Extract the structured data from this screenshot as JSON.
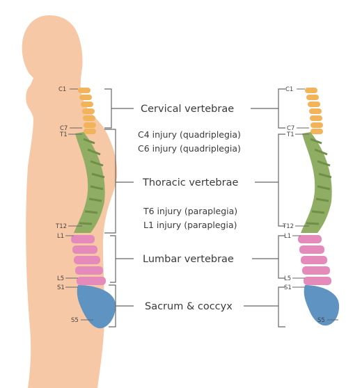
{
  "figure": {
    "regions": [
      {
        "key": "cervical",
        "label": "Cervical vertebrae",
        "color": "#f2b45a"
      },
      {
        "key": "thoracic",
        "label": "Thoracic vertebrae",
        "color": "#8fae63"
      },
      {
        "key": "lumbar",
        "label": "Lumbar vertebrae",
        "color": "#e58bbc"
      },
      {
        "key": "sacrum",
        "label": "Sacrum & coccyx",
        "color": "#5e93c2"
      }
    ],
    "injuries": [
      "C4 injury (quadriplegia)",
      "C6 injury (quadriplegia)",
      "T6 injury (paraplegia)",
      "L1 injury (paraplegia)"
    ],
    "vertebra_labels": {
      "c1": "C1",
      "c7": "C7",
      "t1": "T1",
      "t12": "T12",
      "l1": "L1",
      "l5": "L5",
      "s1": "S1",
      "s5": "S5"
    },
    "colors": {
      "body": "#f7c8a6",
      "bracket": "#666666",
      "text": "#3a3a3a"
    }
  }
}
